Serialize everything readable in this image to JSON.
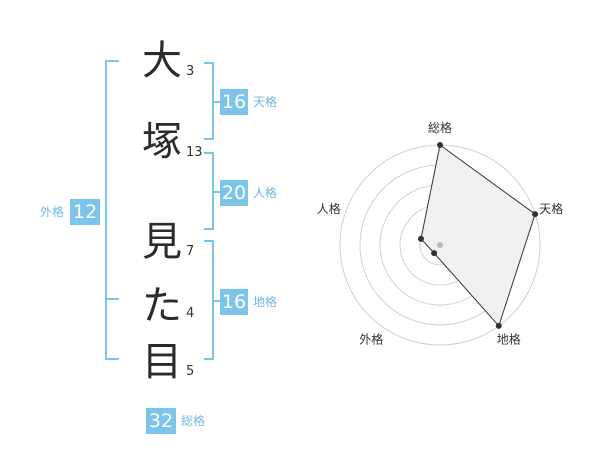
{
  "name_chars": [
    {
      "char": "大",
      "strokes": "3"
    },
    {
      "char": "塚",
      "strokes": "13"
    },
    {
      "char": "見",
      "strokes": "7"
    },
    {
      "char": "た",
      "strokes": "4"
    },
    {
      "char": "目",
      "strokes": "5"
    }
  ],
  "fortunes": {
    "tenkaku": {
      "label": "天格",
      "value": "16"
    },
    "jinkaku": {
      "label": "人格",
      "value": "20"
    },
    "chikaku": {
      "label": "地格",
      "value": "16"
    },
    "gaikaku": {
      "label": "外格",
      "value": "12"
    },
    "soukaku": {
      "label": "総格",
      "value": "32"
    }
  },
  "chart_data": {
    "type": "radar",
    "axes": [
      "総格",
      "天格",
      "地格",
      "外格",
      "人格"
    ],
    "values": [
      5,
      5,
      5,
      0.5,
      1
    ],
    "max": 5,
    "rings": 5,
    "colors": {
      "fill": "#f0f0f0",
      "stroke": "#333333",
      "grid": "#d0d0d0"
    }
  },
  "colors": {
    "accent": "#7cc4ea",
    "label": "#6fb9e0"
  }
}
